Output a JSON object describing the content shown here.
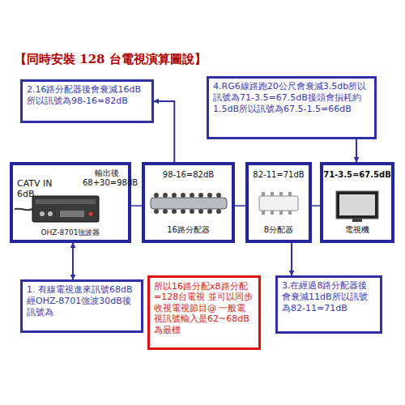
{
  "diagram": {
    "title": "【同時安裝 128 台電視演算圖說】",
    "nodes": [
      {
        "text": [
          "2.16路分配器後會衰減16dB所以訊號為98-16=82dB"
        ]
      },
      {
        "text": [
          "4.RG6線路跑20公尺會衰減3.5db所以訊號為71-3.5=67.5dB接頭會損耗約1.5dB所以訊號為67.5-1.5=66dB"
        ]
      },
      {
        "text": [
          "CATV IN 6dB",
          "輸出後 68+30=98dB",
          "OHZ-8701強波器"
        ]
      },
      {
        "text": [
          "98-16=82dB",
          "16路分配器"
        ]
      },
      {
        "text": [
          "82-11=71dB",
          "8分配器"
        ]
      },
      {
        "text": [
          "71-3.5=67.5dB",
          "電視機"
        ]
      },
      {
        "text": [
          "1. 有線電視進來訊號68dB經OHZ-8701強波30dB後訊號為"
        ]
      },
      {
        "text": [
          "所以16路分配x8路分配=128台電視 並可以同步收視電視節目@ 一般電視訊號輸入是62~68dB為最標"
        ]
      },
      {
        "text": [
          "3.在經過8路分配器後會衰減11dB所以訊號為82-11=71dB"
        ]
      }
    ],
    "edges": [
      {
        "from": 3,
        "to": 0,
        "arrow": "to"
      },
      {
        "from": 1,
        "to": 5,
        "arrow": "to"
      },
      {
        "from": 2,
        "to": 6,
        "arrow": "both"
      },
      {
        "from": 4,
        "to": 8,
        "arrow": "to"
      },
      {
        "from": 2,
        "to": 3,
        "arrow": "none"
      },
      {
        "from": 3,
        "to": 4,
        "arrow": "none"
      },
      {
        "from": 4,
        "to": 5,
        "arrow": "none"
      }
    ]
  }
}
